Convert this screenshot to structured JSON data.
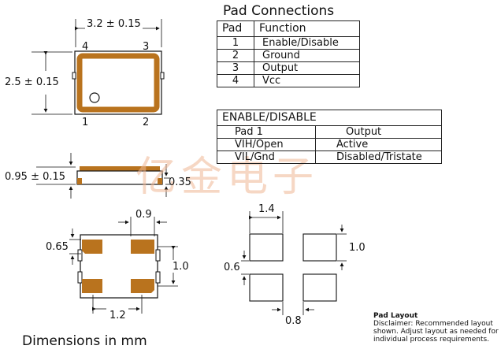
{
  "top_view": {
    "width_dim": "3.2 ± 0.15",
    "height_dim": "2.5 ± 0.15",
    "pin4": "4",
    "pin3": "3",
    "pin1": "1",
    "pin2": "2"
  },
  "side_view": {
    "thickness_dim": "0.95 ± 0.15",
    "pad_thickness_dim": "0.35"
  },
  "bottom_view": {
    "pad_width_dim": "0.9",
    "pad_height_dim": "0.65",
    "pitch_y_dim": "1.0",
    "pitch_x_dim": "1.2"
  },
  "pad_layout": {
    "pad_width_dim": "1.4",
    "pad_height_dim": "1.0",
    "gap_y_dim": "0.6",
    "gap_x_dim": "0.8",
    "title": "Pad Layout",
    "disclaimer": [
      "Disclaimer: Recommended layout",
      "shown. Adjust layout as needed for",
      "individual process requirements."
    ]
  },
  "pad_connections": {
    "title": "Pad Connections",
    "headers": [
      "Pad",
      "Function"
    ],
    "rows": [
      [
        "1",
        "Enable/Disable"
      ],
      [
        "2",
        "Ground"
      ],
      [
        "3",
        "Output"
      ],
      [
        "4",
        "Vcc"
      ]
    ]
  },
  "enable_disable": {
    "title": "ENABLE/DISABLE",
    "headers": [
      "Pad 1",
      "Output"
    ],
    "rows": [
      [
        "VIH/Open",
        "Active"
      ],
      [
        "VIL/Gnd",
        "Disabled/Tristate"
      ]
    ]
  },
  "watermark": "亿金电子",
  "footer": "Dimensions in mm",
  "colors": {
    "pad": "#b9731e",
    "line": "#111111"
  }
}
